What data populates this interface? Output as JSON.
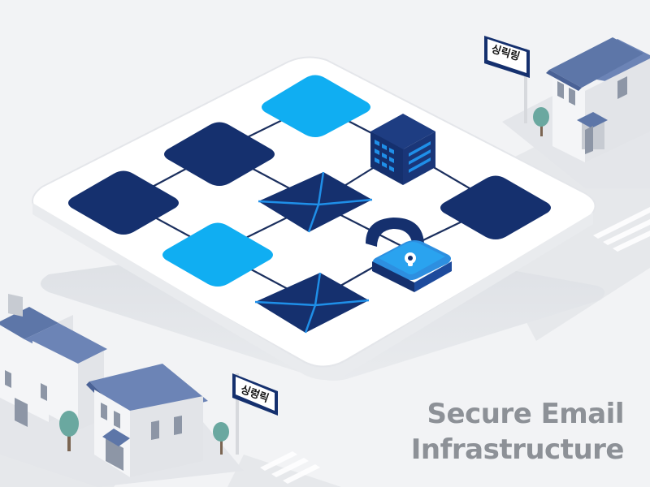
{
  "caption": {
    "line1": "Secure Email",
    "line2": "Infrastructure"
  },
  "signs": {
    "top_right": "싱릭링",
    "bottom_left": "싱렁릭"
  },
  "icons": [
    "server-icon",
    "envelope-icon",
    "padlock-icon",
    "house-icon",
    "tree-icon",
    "street-sign-icon"
  ],
  "colors": {
    "navy": "#15306e",
    "sky": "#10aef2",
    "bright_blue": "#1f8fe8",
    "roof": "#5d76a8",
    "platform": "#ffffff",
    "caption": "#8d9197"
  }
}
